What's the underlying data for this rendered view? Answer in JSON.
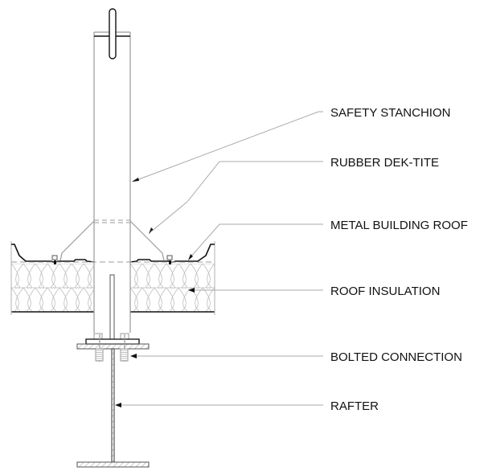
{
  "diagram": {
    "title": "Safety stanchion through metal building roof detail",
    "colors": {
      "line": "#111111",
      "gray_line": "#9a9a9a",
      "leader": "#a8a8a8",
      "background": "#ffffff"
    },
    "labels": [
      {
        "id": "safety-stanchion",
        "text": "SAFETY STANCHION"
      },
      {
        "id": "rubber-dek-tite",
        "text": "RUBBER DEK-TITE"
      },
      {
        "id": "metal-building-roof",
        "text": "METAL BUILDING ROOF"
      },
      {
        "id": "roof-insulation",
        "text": "ROOF INSULATION"
      },
      {
        "id": "bolted-connection",
        "text": "BOLTED CONNECTION"
      },
      {
        "id": "rafter",
        "text": "RAFTER"
      }
    ]
  }
}
